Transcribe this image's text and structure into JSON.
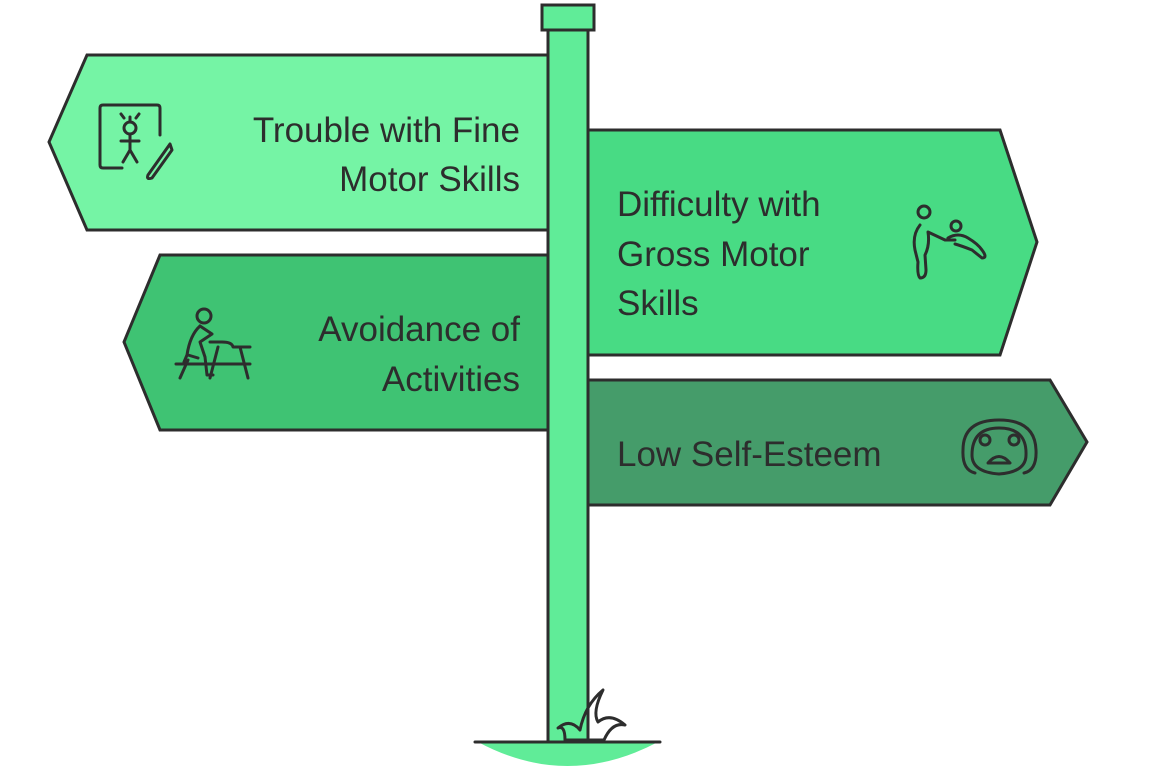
{
  "colors": {
    "post": "#60EC98",
    "sign_fine_motor": "#75F4A5",
    "sign_gross_motor": "#48DB84",
    "sign_avoidance": "#3FC373",
    "sign_self_esteem": "#459C6A",
    "outline": "#2d2d2d"
  },
  "signs": [
    {
      "icon": "child-drawing-icon",
      "lines": [
        "Trouble with Fine",
        "Motor Skills"
      ]
    },
    {
      "icon": "adult-helping-child-icon",
      "lines": [
        "Difficulty with",
        "Gross Motor",
        "Skills"
      ]
    },
    {
      "icon": "person-at-desk-icon",
      "lines": [
        "Avoidance of",
        "Activities"
      ]
    },
    {
      "icon": "sad-face-icon",
      "lines": [
        "Low Self-Esteem"
      ]
    }
  ]
}
